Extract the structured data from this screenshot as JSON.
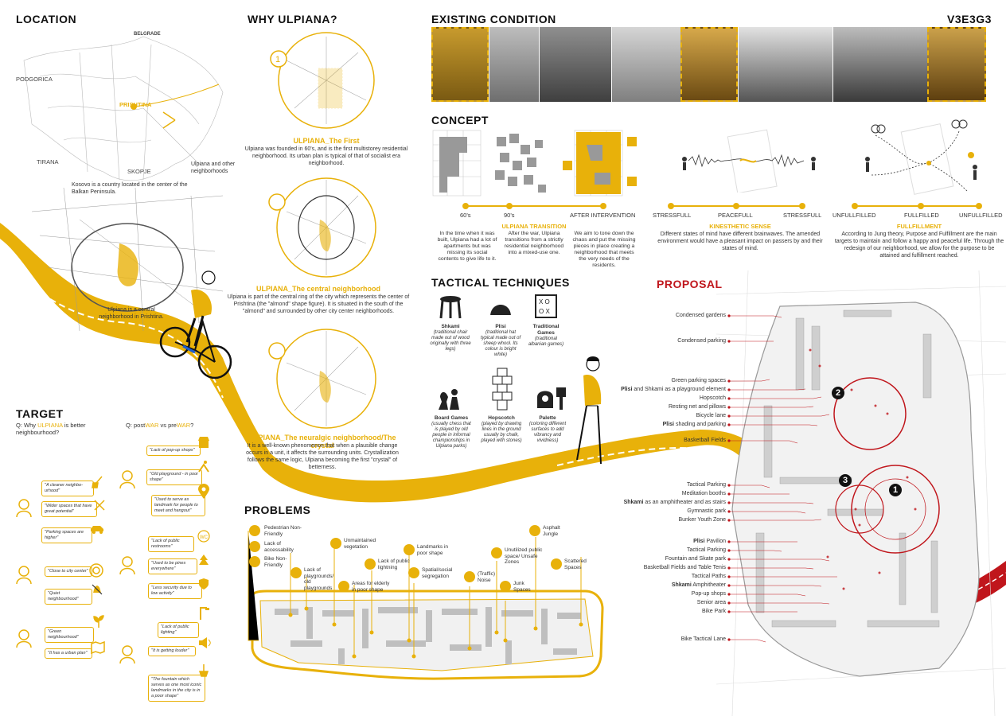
{
  "code": "V3E3G3",
  "location": {
    "title": "LOCATION",
    "cities": [
      "BELGRADE",
      "PODGORICA",
      "PRISHTINA",
      "SKOPJE",
      "TIRANA"
    ],
    "caption1": "Ulpiana and other neighborhoods",
    "caption2": "Kosovo is a country located in the center of the Balkan Peninsula.",
    "caption3": "Ulpiana is a central neighborhood in Prishtina."
  },
  "why": {
    "title": "WHY ULPIANA?",
    "first_title": "ULPIANA_The First",
    "first_text": "Ulpiana was founded in 60's, and is the first multistorey residential neighborhood. Its urban plan is typical of that of socialist era neighborhood.",
    "central_title": "ULPIANA_The central neighborhood",
    "central_text": "Ulpiana is part of the central ring of the city which represents the center of Prishtina (the \"almond\" shape figure). It is situated in the south of the \"almond\" and surrounded by other city center neighborhoods.",
    "crystal_title": "ULPIANA_The neuralgic neighborhood/The crystal",
    "crystal_text": "It is a well-known phenomenon that when a plausible change occurs in a unit, it affects the surrounding units. Crystallization follows the same logic, Ulpiana becoming the first \"crystal\" of betterness."
  },
  "existing": {
    "title": "EXISTING CONDITION"
  },
  "concept": {
    "title": "CONCEPT",
    "scale1": [
      "60's",
      "90's",
      "AFTER INTERVENTION"
    ],
    "col1": "In the time when it was built, Ulpiana had a lot of apartments but was missing its social contents to give life to it.",
    "transition_title": "ULPIANA TRANSITION",
    "col2": "After the war, Ulpiana transitions from a strictly residential neighborhood into a mixed-use one.",
    "col3": "We aim to tone down the chaos and put the missing pieces in place creating a neighborhood that meets the very needs of the residents.",
    "scale2": [
      "STRESSFULL",
      "PEACEFULL",
      "STRESSFULL"
    ],
    "kin_title": "KINESTHETIC SENSE",
    "kin_text": "Different states of mind have different brainwaves. The amended environment would have a pleasant impact on passers by and their states of mind.",
    "scale3": [
      "UNFULLFILLED",
      "FULLFILLED",
      "UNFULLFILLED"
    ],
    "ful_title": "FULLFILLMENT",
    "ful_text": "According to Jung theory, Purpose and Fulfillment are the main targets to maintain and follow a happy and peaceful life. Through the redesign of our neighborhood, we allow for the purpose to be attained and fulfillment reached."
  },
  "tactical": {
    "title": "TACTICAL TECHNIQUES",
    "items": [
      {
        "name": "Shkami",
        "desc": "(traditional chair made out of wood originally with three legs)"
      },
      {
        "name": "Plisi",
        "desc": "(traditional hat typical made out of sheep whool. Its colour is bright white)"
      },
      {
        "name": "Traditional Games",
        "desc": "(traditional albanian games)"
      },
      {
        "name": "Board Games",
        "desc": "(usually chess that is played by old people in informal championships in Ulpiana parks)"
      },
      {
        "name": "Hopscotch",
        "desc": "(played by drawing lines in the ground usually by chalk, played with stones)"
      },
      {
        "name": "Palette",
        "desc": "(coloring different surfaces to add vibrancy and vividness)"
      }
    ]
  },
  "proposal": {
    "title": "PROPOSAL",
    "labels": [
      {
        "pre": "",
        "bold": "",
        "text": "Condensed gardens"
      },
      {
        "pre": "",
        "bold": "",
        "text": "Condensed parking"
      },
      {
        "pre": "",
        "bold": "",
        "text": "Green parking spaces"
      },
      {
        "pre": "",
        "bold": "Plisi",
        "text": " and Shkami as a playground element"
      },
      {
        "pre": "",
        "bold": "",
        "text": "Hopscotch"
      },
      {
        "pre": "",
        "bold": "",
        "text": "Resting net and pillows"
      },
      {
        "pre": "",
        "bold": "",
        "text": "Bicycle lane"
      },
      {
        "pre": "",
        "bold": "Plisi",
        "text": " shading and parking"
      },
      {
        "pre": "",
        "bold": "",
        "text": "Basketball Fields"
      },
      {
        "pre": "",
        "bold": "",
        "text": "Tactical Parking"
      },
      {
        "pre": "",
        "bold": "",
        "text": "Meditation booths"
      },
      {
        "pre": "",
        "bold": "Shkami",
        "text": " as an amphitheater and as stairs"
      },
      {
        "pre": "",
        "bold": "",
        "text": "Gymnastic park"
      },
      {
        "pre": "",
        "bold": "",
        "text": "Bunker Youth Zone"
      },
      {
        "pre": "",
        "bold": "Plisi",
        "text": " Pavilion"
      },
      {
        "pre": "",
        "bold": "",
        "text": "Tactical Parking"
      },
      {
        "pre": "",
        "bold": "",
        "text": "Fountain and Skate park"
      },
      {
        "pre": "",
        "bold": "",
        "text": "Basketball Fields and Table Tenis"
      },
      {
        "pre": "",
        "bold": "",
        "text": "Tactical Paths"
      },
      {
        "pre": "",
        "bold": "Shkami",
        "text": " Amphitheater"
      },
      {
        "pre": "",
        "bold": "",
        "text": "Pop-up shops"
      },
      {
        "pre": "",
        "bold": "",
        "text": "Senior area"
      },
      {
        "pre": "",
        "bold": "",
        "text": "Bike Park"
      },
      {
        "pre": "",
        "bold": "",
        "text": "Bike Tactical Lane"
      }
    ],
    "zones": [
      "1",
      "2",
      "3"
    ]
  },
  "target": {
    "title": "TARGET",
    "q1_pre": "Q: Why ",
    "q1_hl": "ULPIANA",
    "q1_post": " is better neighbourhood?",
    "q2_pre": "Q: post",
    "q2_hl1": "WAR",
    "q2_mid": " vs pre",
    "q2_hl2": "WAR",
    "q2_post": "?",
    "quotes_left": [
      "\"A cleaner neighbo-urhood\"",
      "\"Wider spaces that have great potential\"",
      "\"Parking spaces are higher\"",
      "\"Close to city center\"",
      "\"Quiet neighbourhood\"",
      "\"Green neighbourhood\"",
      "\"It has a urban plan\""
    ],
    "quotes_right": [
      "\"Lack of pop-up shops\"",
      "\"Old playground - in poor shape\"",
      "\"Used to serve as landmark for people to meet and hangout\"",
      "\"Lack of public restrooms\"",
      "\"Used to be pines everywhere\"",
      "\"Less security due to low activity\"",
      "\"Lack of public lighting\"",
      "\"It is getting louder\"",
      "\"The fountain which serves as one most iconic landmarks in the city is in a poor shape\""
    ]
  },
  "problems": {
    "title": "PROBLEMS",
    "items": [
      "Pedestrian Non-Friendly",
      "Lack of accessability",
      "Bike Non-Friendly",
      "Lack of playgrounds/ old playgrounds",
      "Unmaintained vegetation",
      "Areas for elderly in poor shape",
      "Lack of public lightning",
      "Landmarks in poor shape",
      "Spatial/social segregation",
      "(Traffic) Noise",
      "Unutilized public space/ Unsafe Zones",
      "Junk Spaces",
      "Asphalt Jungle",
      "Scattered Spaces"
    ]
  },
  "colors": {
    "accent": "#e8b10a",
    "red": "#c0161c"
  }
}
